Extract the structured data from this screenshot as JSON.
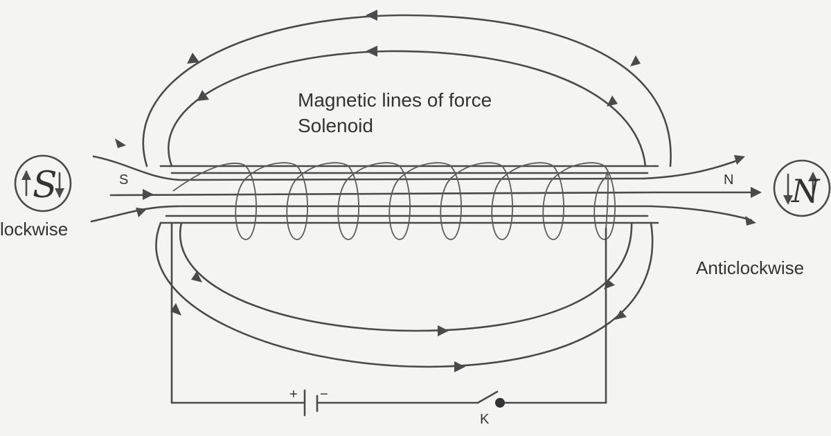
{
  "labels": {
    "title_line1": "Magnetic lines of force",
    "title_line2": "Solenoid",
    "south_pole": "S",
    "north_pole": "N",
    "left_caption": "lockwise",
    "right_caption": "Anticlockwise",
    "key": "K",
    "battery_plus": "+",
    "battery_minus": "−",
    "south_face_glyph": "S",
    "north_face_glyph": "N"
  },
  "coil": {
    "turns": 8
  },
  "colors": {
    "ink": "#4a4a4a",
    "paper": "#f4f4f2"
  }
}
